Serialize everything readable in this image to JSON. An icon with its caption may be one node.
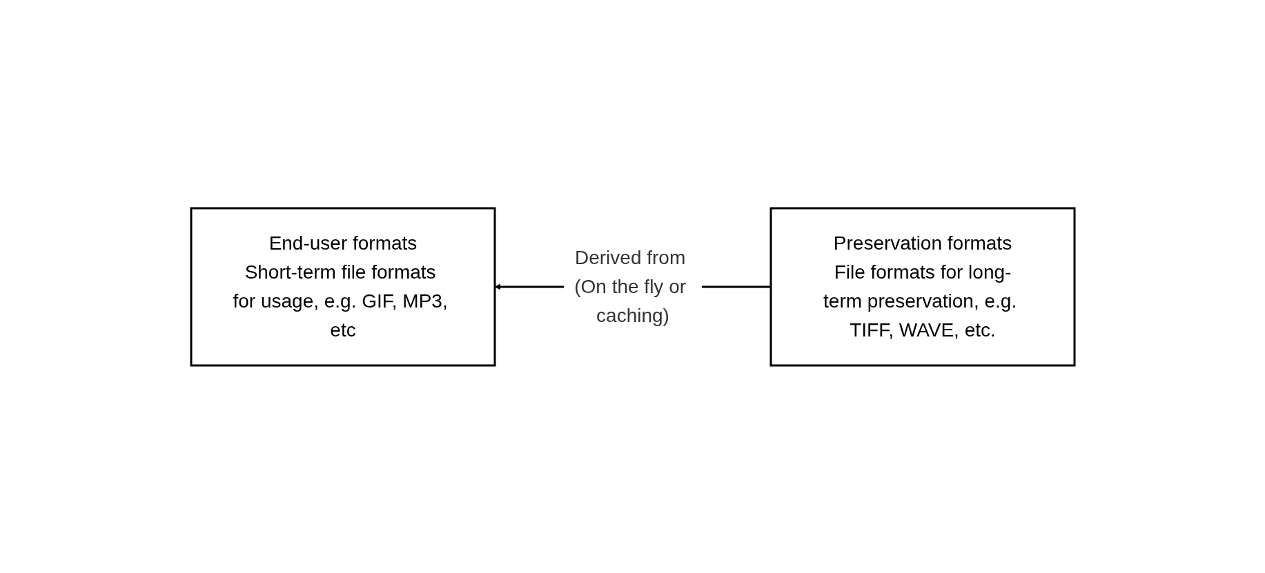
{
  "diagram": {
    "nodes": [
      {
        "text": [
          "End-user formats",
          "Short-term file formats for usage, e.g. GIF, MP3, etc"
        ]
      },
      {
        "text": [
          "Preservation formats",
          "File formats for long-term preservation, e.g. TIFF, WAVE, etc."
        ]
      }
    ],
    "edges": [
      {
        "from": 1,
        "to": 0,
        "arrow": "to",
        "label": "Derived from (On the fly or caching)"
      }
    ]
  }
}
